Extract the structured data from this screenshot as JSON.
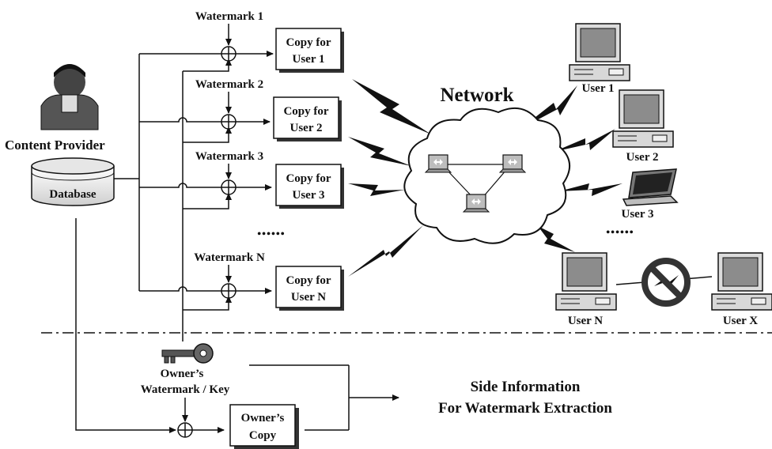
{
  "content_provider": {
    "label": "Content Provider",
    "database_label": "Database"
  },
  "watermarks": [
    {
      "label": "Watermark 1",
      "copy_line1": "Copy for",
      "copy_line2": "User 1"
    },
    {
      "label": "Watermark 2",
      "copy_line1": "Copy for",
      "copy_line2": "User 2"
    },
    {
      "label": "Watermark 3",
      "copy_line1": "Copy for",
      "copy_line2": "User 3"
    },
    {
      "label": "Watermark N",
      "copy_line1": "Copy for",
      "copy_line2": "User N"
    }
  ],
  "middle_ellipsis": "••••••",
  "network_label": "Network",
  "users": [
    {
      "label": "User 1"
    },
    {
      "label": "User 2"
    },
    {
      "label": "User 3"
    },
    {
      "label": "User N"
    },
    {
      "label": "User  X"
    }
  ],
  "users_ellipsis": "••••••",
  "owner": {
    "key_line1": "Owner’s",
    "key_line2": "Watermark / Key",
    "copy_line1": "Owner’s",
    "copy_line2": "Copy"
  },
  "side_info": {
    "line1": "Side Information",
    "line2": "For Watermark Extraction"
  },
  "colors": {
    "ink": "#111111",
    "screen": "#8a8a8a",
    "case": "#d8d8d8",
    "cloud": "#ffffff",
    "prohibit": "#333333"
  }
}
